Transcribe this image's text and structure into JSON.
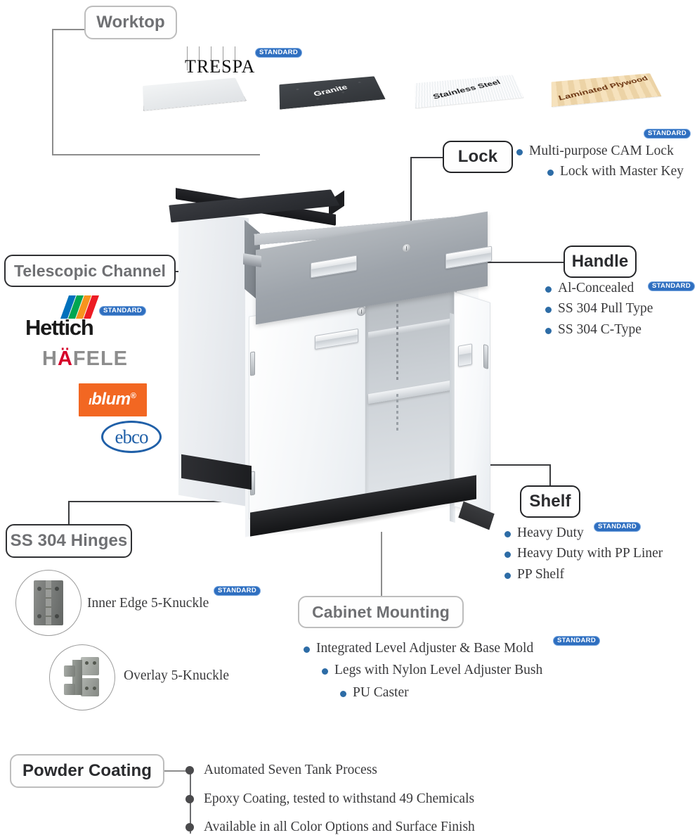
{
  "diagram": {
    "title": "Laboratory Cabinet Specification Callouts",
    "badge_label": "STANDARD",
    "accent_bullet_color": "#2d6ca6",
    "badge_color": "#2f6fc0"
  },
  "sections": {
    "worktop": {
      "label": "Worktop",
      "materials": [
        {
          "name": "TRESPA",
          "standard": true,
          "swatch_color": "#e8eaec"
        },
        {
          "name": "Granite",
          "standard": false,
          "swatch_color": "#3c4044"
        },
        {
          "name": "Stainless Steel",
          "standard": false,
          "swatch_color": "#eef1f3"
        },
        {
          "name": "Laminated Plywood",
          "standard": false,
          "swatch_color": "#f0d9ae"
        }
      ]
    },
    "lock": {
      "label": "Lock",
      "options": [
        {
          "text": "Multi-purpose CAM Lock",
          "standard": true
        },
        {
          "text": "Lock with Master Key",
          "standard": false
        }
      ]
    },
    "handle": {
      "label": "Handle",
      "options": [
        {
          "text": "Al-Concealed",
          "standard": true
        },
        {
          "text": "SS 304 Pull Type",
          "standard": false
        },
        {
          "text": "SS 304 C-Type",
          "standard": false
        }
      ]
    },
    "telescopic_channel": {
      "label": "Telescopic Channel",
      "brands": [
        {
          "name": "Hettich",
          "standard": true
        },
        {
          "name": "HAFELE",
          "standard": false
        },
        {
          "name": "blum",
          "standard": false
        },
        {
          "name": "ebco",
          "standard": false
        }
      ]
    },
    "hinges": {
      "label": "SS 304 Hinges",
      "options": [
        {
          "text": "Inner Edge 5-Knuckle",
          "standard": true
        },
        {
          "text": "Overlay 5-Knuckle",
          "standard": false
        }
      ]
    },
    "shelf": {
      "label": "Shelf",
      "options": [
        {
          "text": "Heavy Duty",
          "standard": true
        },
        {
          "text": "Heavy Duty with PP Liner",
          "standard": false
        },
        {
          "text": "PP Shelf",
          "standard": false
        }
      ]
    },
    "cabinet_mounting": {
      "label": "Cabinet Mounting",
      "options": [
        {
          "text": "Integrated Level Adjuster & Base Mold",
          "standard": true
        },
        {
          "text": "Legs with Nylon Level Adjuster Bush",
          "standard": false
        },
        {
          "text": "PU Caster",
          "standard": false
        }
      ]
    },
    "powder_coating": {
      "label": "Powder Coating",
      "options": [
        {
          "text": "Automated Seven Tank Process"
        },
        {
          "text": "Epoxy Coating, tested to withstand 49 Chemicals"
        },
        {
          "text": "Available in all Color Options and Surface Finish"
        }
      ]
    }
  }
}
